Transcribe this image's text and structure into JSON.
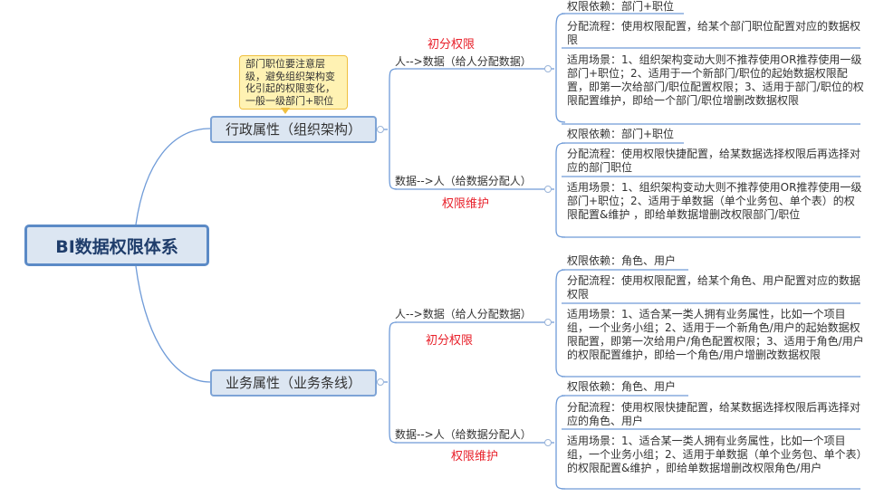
{
  "root": {
    "label": "BI数据权限体系"
  },
  "branches": [
    {
      "label": "行政属性（组织架构）",
      "note": "部门职位要注意层级，避免组织架构变化引起的权限变化，一般一级部门+职位",
      "subs": [
        {
          "label": "人-->数据（给人分配数据）",
          "tag": "初分权限",
          "leaves": [
            "权限依赖：部门+职位",
            "分配流程：使用权限配置，给某个部门职位配置对应的数据权限",
            "适用场景：1、组织架构变动大则不推荐使用OR推荐使用一级部门+职位；2、适用于一个新部门/职位的起始数据权限配置，即第一次给部门/职位配置权限；3、适用于部门/职位的权限配置维护，即给一个部门/职位增删改数据权限"
          ]
        },
        {
          "label": "数据-->人（给数据分配人）",
          "tag": "权限维护",
          "leaves": [
            "权限依赖：部门+职位",
            "分配流程：使用权限快捷配置，给某数据选择权限后再选择对应的部门职位",
            "适用场景：1、组织架构变动大则不推荐使用OR推荐使用一级部门+职位；2、适用于单数据（单个业务包、单个表）的权限配置&维护 ，即给单数据增删改权限部门/职位"
          ]
        }
      ]
    },
    {
      "label": "业务属性（业务条线）",
      "subs": [
        {
          "label": "人-->数据（给人分配数据）",
          "tag": "初分权限",
          "leaves": [
            "权限依赖：角色、用户",
            "分配流程：使用权限配置，给某个角色、用户配置对应的数据权限",
            "适用场景：1、适合某一类人拥有业务属性，比如一个项目组，一个业务小组；2、适用于一个新角色/用户的起始数据权限配置，即第一次给用户/角色配置权限；3、适用于角色/用户的权限配置维护，即给一个角色/用户增删改数据权限"
          ]
        },
        {
          "label": "数据-->人（给数据分配人）",
          "tag": "权限维护",
          "leaves": [
            "权限依赖：角色、用户",
            "分配流程：使用权限快捷配置，给某数据选择权限后再选择对应的角色、用户",
            "适用场景：1、适合某一类人拥有业务属性，比如一个项目组，一个业务小组；2、适用于单数据（单个业务包、单个表）的权限配置&维护 ，即给单数据增删改权限角色/用户"
          ]
        }
      ]
    }
  ],
  "colors": {
    "line": "#6f9bd8",
    "tag": "#e8202a",
    "root_fill": "#dce6f2",
    "note_fill": "#fff2b3"
  }
}
